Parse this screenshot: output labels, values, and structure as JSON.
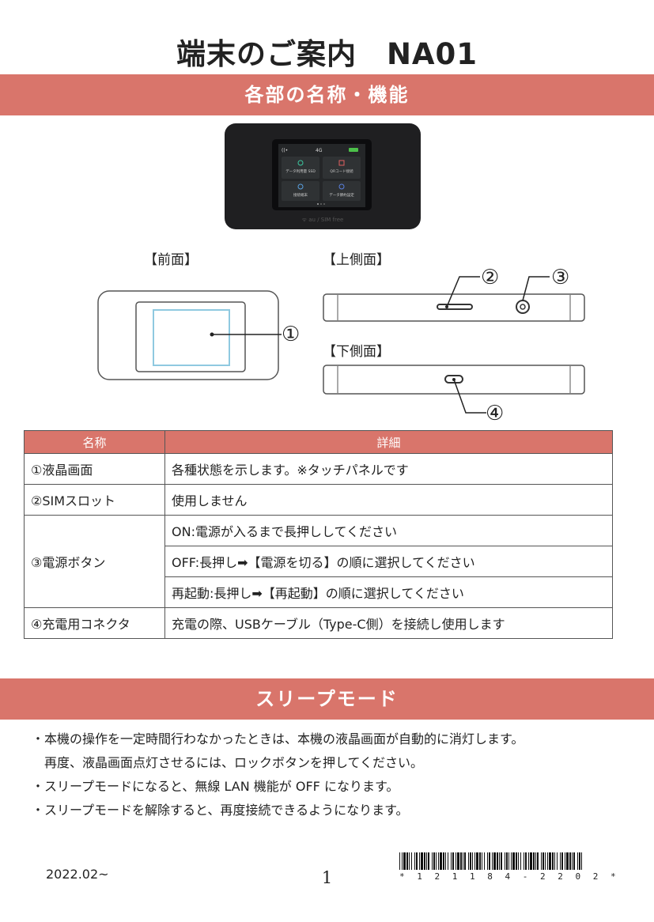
{
  "header": {
    "title": "端末のご案内　NA01"
  },
  "section1": {
    "heading": "各部の名称・機能"
  },
  "device": {
    "signal_text": "4G",
    "tiles": [
      "データ利用量\nSSD",
      "QRコード接続",
      "接続端末",
      "データ節約設定"
    ],
    "brand": "ᯤ au / SIM free"
  },
  "views": {
    "front_label": "【前面】",
    "top_label": "【上側面】",
    "bottom_label": "【下側面】",
    "callouts": [
      "①",
      "②",
      "③",
      "④"
    ]
  },
  "table": {
    "headers": [
      "名称",
      "詳細"
    ],
    "rows": [
      {
        "name": "①液晶画面",
        "detail": "各種状態を示します。※タッチパネルです"
      },
      {
        "name": "②SIMスロット",
        "detail": "使用しません"
      },
      {
        "name": "③電源ボタン",
        "details": [
          "ON:電源が入るまで長押ししてください",
          "OFF:長押し➡【電源を切る】の順に選択してください",
          "再起動:長押し➡【再起動】の順に選択してください"
        ]
      },
      {
        "name": "④充電用コネクタ",
        "detail": "充電の際、USBケーブル（Type-C側）を接続し使用します"
      }
    ]
  },
  "section2": {
    "heading": "スリープモード",
    "bullets": [
      "・本機の操作を一定時間行わなかったときは、本機の液晶画面が自動的に消灯します。",
      "　再度、液晶画面点灯させるには、ロックボタンを押してください。",
      "・スリープモードになると、無線 LAN 機能が OFF になります。",
      "・スリープモードを解除すると、再度接続できるようになります。"
    ]
  },
  "footer": {
    "date": "2022.02~",
    "page_number": "1",
    "barcode_text": "* 1 2 1 1 8 4 - 2 2 0 2 *"
  }
}
